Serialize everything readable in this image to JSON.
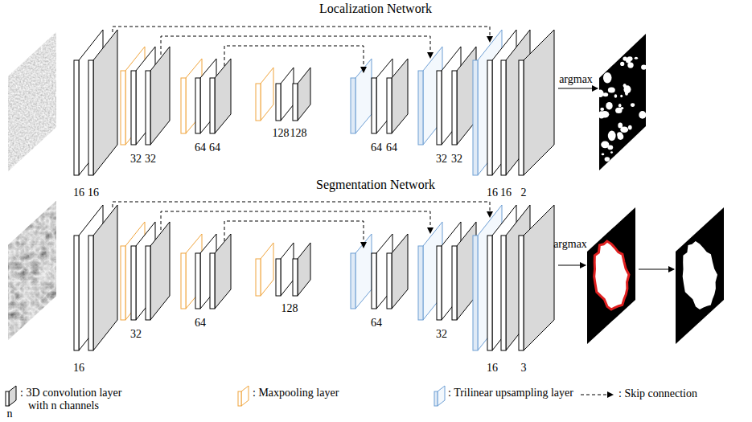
{
  "diagram": {
    "labels": [
      "Localization Network",
      "16",
      "16",
      "32",
      "32",
      "64",
      "64",
      "128",
      "128",
      "64",
      "64",
      "32",
      "32",
      "16",
      "16",
      "2",
      "argmax",
      "Segmentation Network",
      "16",
      "32",
      "64",
      "128",
      "64",
      "32",
      "16",
      "3",
      "argmax",
      "n"
    ],
    "legend": [
      {
        "text": ": 3D convolution layer with n channels"
      },
      {
        "text": ": Maxpooling layer"
      },
      {
        "text": ": Trilinear upsampling layer"
      },
      {
        "text": ": Skip connection"
      }
    ]
  }
}
